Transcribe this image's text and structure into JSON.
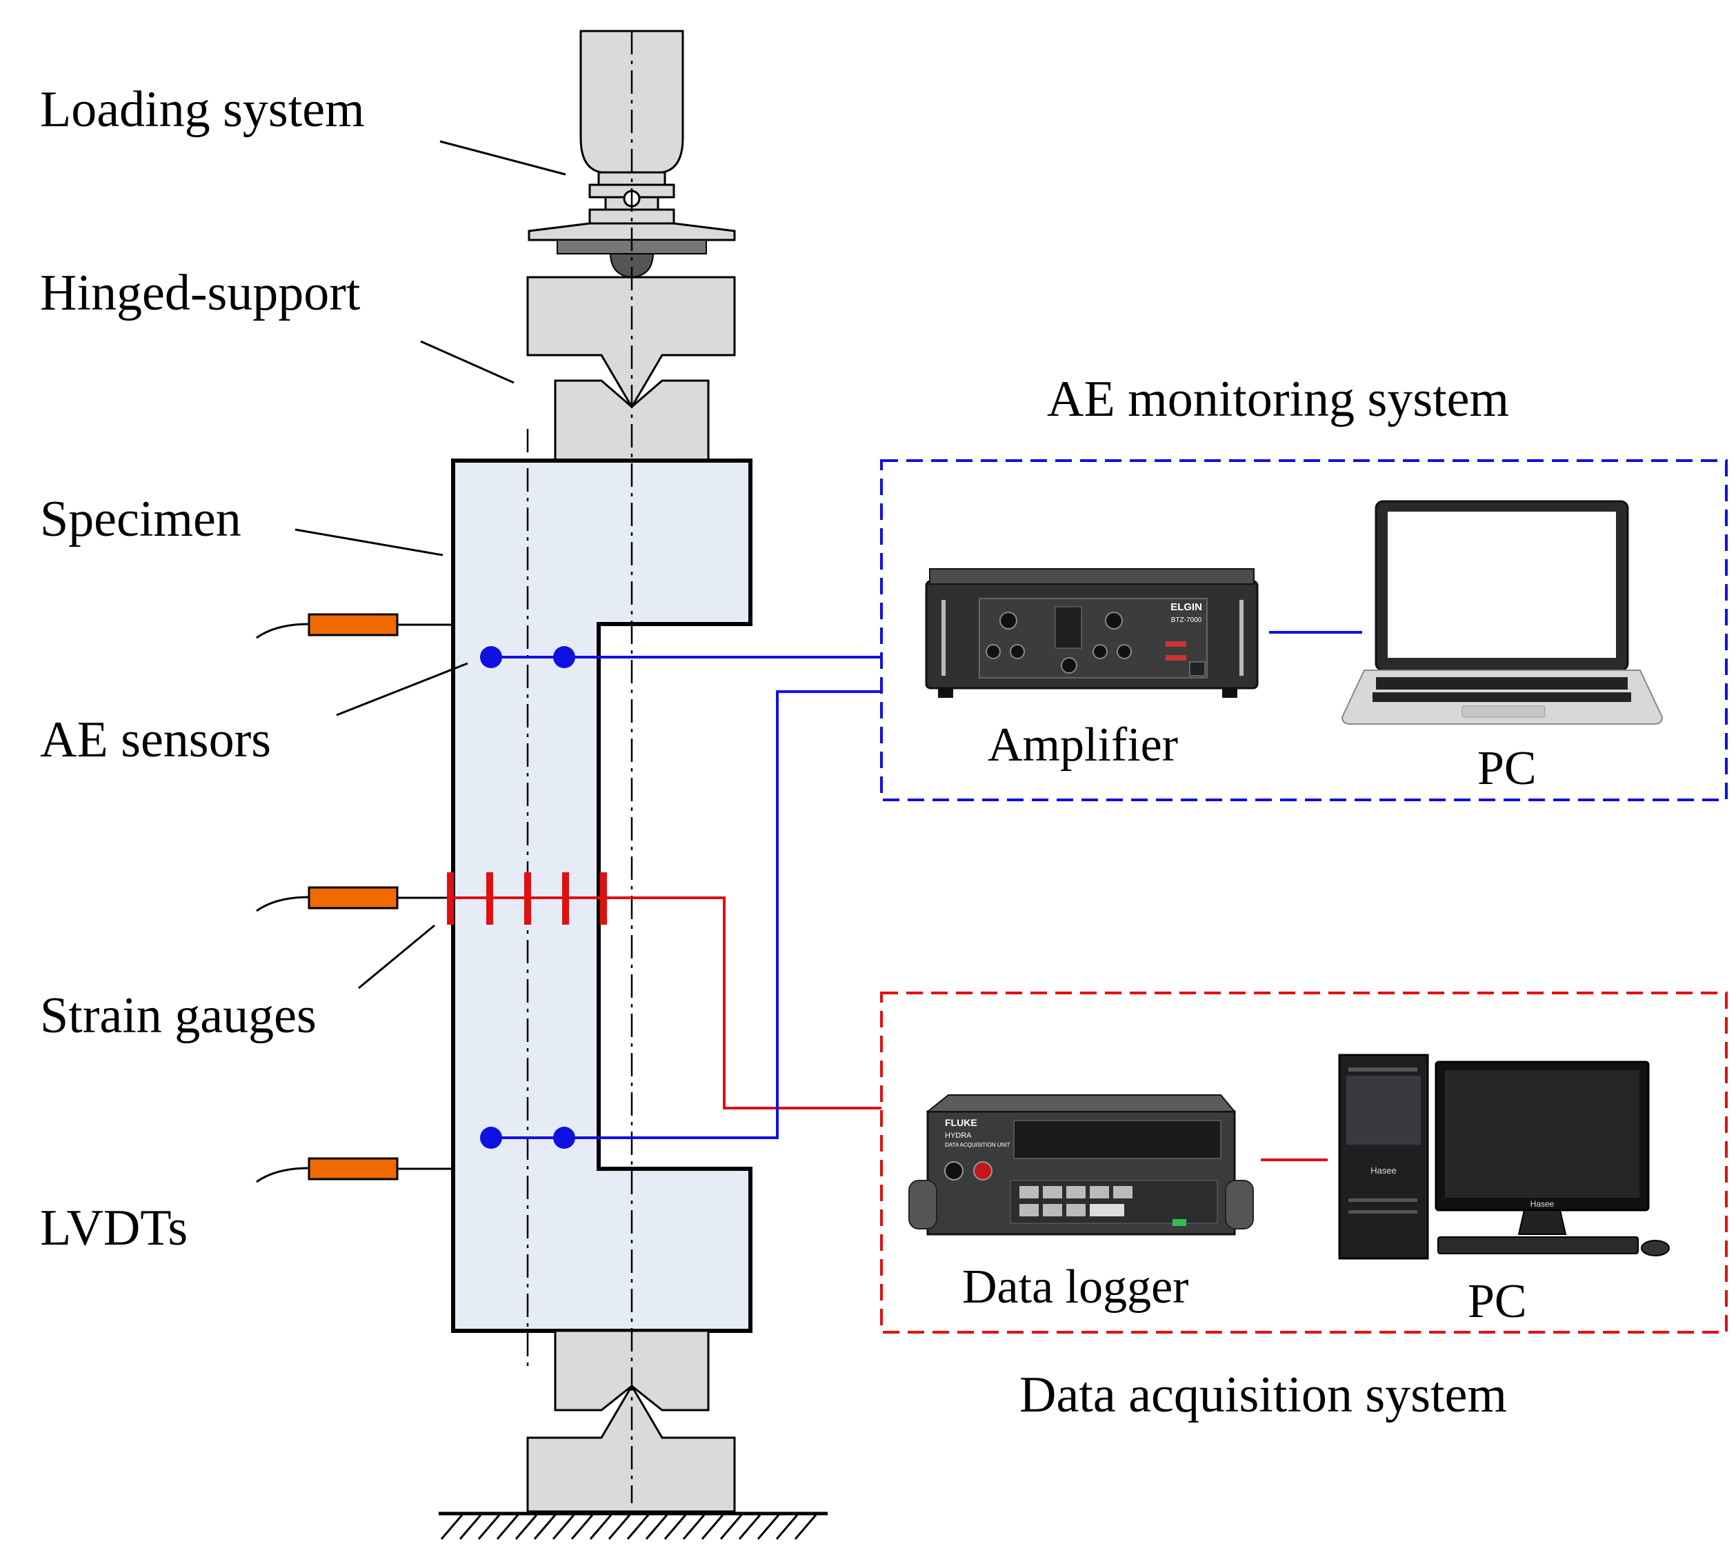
{
  "labels": {
    "loading_system": "Loading system",
    "hinged_support": "Hinged-support",
    "specimen": "Specimen",
    "ae_sensors": "AE sensors",
    "strain_gauges": "Strain gauges",
    "lvdts": "LVDTs"
  },
  "ae_system": {
    "title": "AE monitoring system",
    "amplifier": "Amplifier",
    "pc": "PC",
    "amplifier_brand": "ELGIN",
    "amplifier_model": "BTZ-7000",
    "color": "#1010e0"
  },
  "daq_system": {
    "title": "Data acquisition system",
    "logger": "Data logger",
    "pc": "PC",
    "logger_brand": "FLUKE",
    "logger_model": "HYDRA",
    "logger_caption": "DATA ACQUISITION UNIT",
    "pc_brand": "Hasee",
    "color": "#e01010"
  },
  "colors": {
    "specimen_fill": "#e6ecf6",
    "steel": "#dadada",
    "lvdt": "#f06a00"
  }
}
